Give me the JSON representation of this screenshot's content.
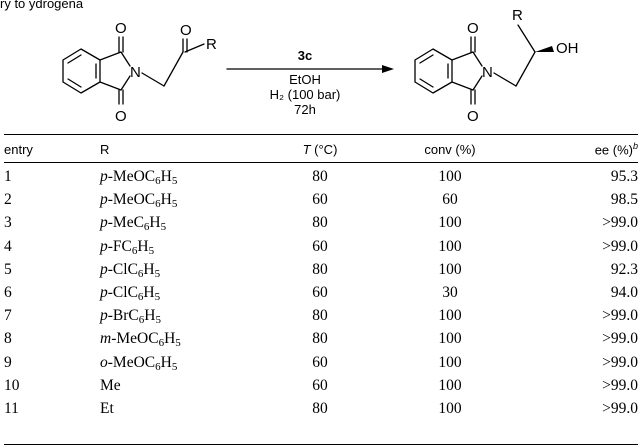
{
  "caption_fragment": "ry to         ydrogena",
  "scheme": {
    "catalyst": "3c",
    "solvent": "EtOH",
    "pressure": "H₂ (100 bar)",
    "time": "72h",
    "sm_R": "R",
    "sm_N": "N",
    "prod_R": "R",
    "prod_OH": "OH",
    "prod_N": "N",
    "O": "O"
  },
  "table": {
    "headers": {
      "entry": "entry",
      "R": "R",
      "T_var": "T",
      "T_unit": " (°C)",
      "conv": "conv (%)",
      "ee": "ee (%)",
      "ee_footnote": "b"
    },
    "rows": [
      {
        "entry": "1",
        "R": {
          "prefix": "p-",
          "a": "MeOC",
          "s1": "6",
          "b": "H",
          "s2": "5"
        },
        "T": "80",
        "conv": "100",
        "ee": "95.3"
      },
      {
        "entry": "2",
        "R": {
          "prefix": "p-",
          "a": "MeOC",
          "s1": "6",
          "b": "H",
          "s2": "5"
        },
        "T": "60",
        "conv": "60",
        "ee": "98.5"
      },
      {
        "entry": "3",
        "R": {
          "prefix": "p-",
          "a": "MeC",
          "s1": "6",
          "b": "H",
          "s2": "5"
        },
        "T": "80",
        "conv": "100",
        "ee": ">99.0"
      },
      {
        "entry": "4",
        "R": {
          "prefix": "p-",
          "a": "FC",
          "s1": "6",
          "b": "H",
          "s2": "5"
        },
        "T": "60",
        "conv": "100",
        "ee": ">99.0"
      },
      {
        "entry": "5",
        "R": {
          "prefix": "p-",
          "a": "ClC",
          "s1": "6",
          "b": "H",
          "s2": "5"
        },
        "T": "80",
        "conv": "100",
        "ee": "92.3"
      },
      {
        "entry": "6",
        "R": {
          "prefix": "p-",
          "a": "ClC",
          "s1": "6",
          "b": "H",
          "s2": "5"
        },
        "T": "60",
        "conv": "30",
        "ee": "94.0"
      },
      {
        "entry": "7",
        "R": {
          "prefix": "p-",
          "a": "BrC",
          "s1": "6",
          "b": "H",
          "s2": "5"
        },
        "T": "80",
        "conv": "100",
        "ee": ">99.0"
      },
      {
        "entry": "8",
        "R": {
          "prefix": "m-",
          "a": "MeOC",
          "s1": "6",
          "b": "H",
          "s2": "5"
        },
        "T": "80",
        "conv": "100",
        "ee": ">99.0"
      },
      {
        "entry": "9",
        "R": {
          "prefix": "o-",
          "a": "MeOC",
          "s1": "6",
          "b": "H",
          "s2": "5"
        },
        "T": "60",
        "conv": "100",
        "ee": ">99.0"
      },
      {
        "entry": "10",
        "R": {
          "prefix": "",
          "a": "Me",
          "s1": "",
          "b": "",
          "s2": ""
        },
        "T": "60",
        "conv": "100",
        "ee": ">99.0"
      },
      {
        "entry": "11",
        "R": {
          "prefix": "",
          "a": "Et",
          "s1": "",
          "b": "",
          "s2": ""
        },
        "T": "80",
        "conv": "100",
        "ee": ">99.0"
      }
    ]
  }
}
